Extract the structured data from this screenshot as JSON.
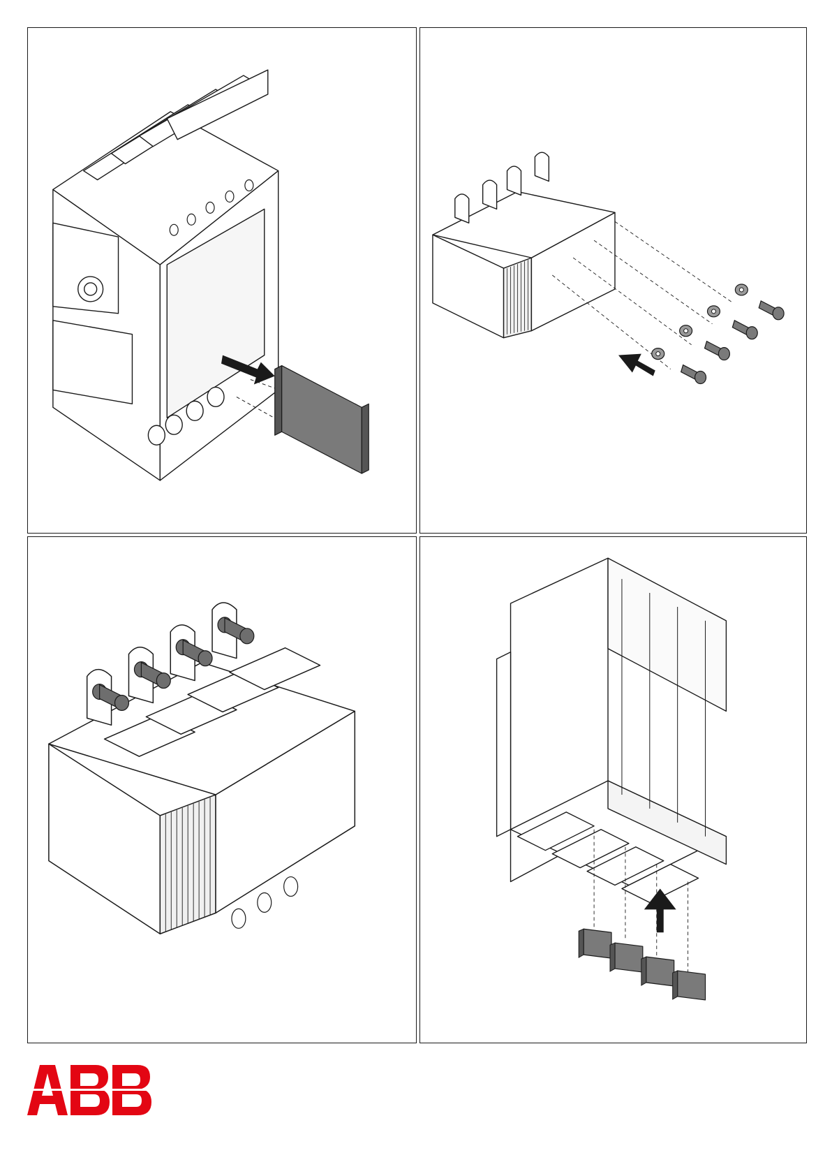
{
  "document": {
    "panels": [
      {
        "id": "panel-1",
        "step": "remove-terminal-cover"
      },
      {
        "id": "panel-2",
        "step": "insert-screws-and-washers"
      },
      {
        "id": "panel-3",
        "step": "screws-fitted"
      },
      {
        "id": "panel-4",
        "step": "fit-phase-separators"
      }
    ]
  },
  "brand": {
    "logo_text": "ABB",
    "color": "#e30613"
  },
  "colors": {
    "line": "#1a1a1a",
    "part_grey": "#7a7a7a",
    "arrow": "#1a1a1a"
  }
}
